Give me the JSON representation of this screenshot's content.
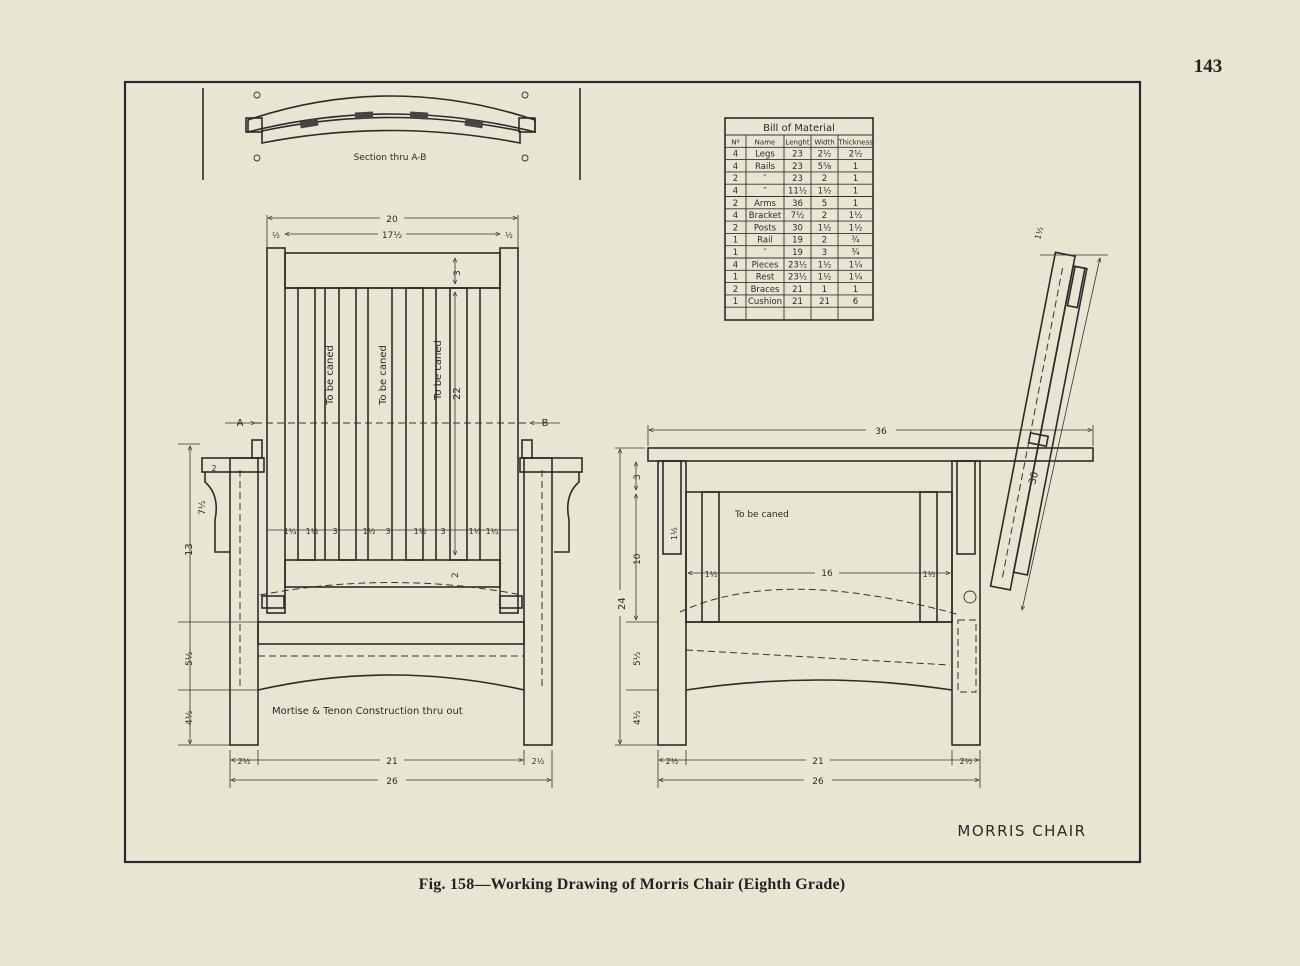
{
  "page_number": "143",
  "caption": "Fig. 158—Working Drawing of Morris Chair (Eighth Grade)",
  "drawing_title": "MORRIS CHAIR",
  "section_label": "Section thru A-B",
  "section_marks": {
    "a": "A",
    "b": "B"
  },
  "front_view": {
    "slat_labels": [
      "To be caned",
      "To be caned",
      "To be caned"
    ],
    "note": "Mortise & Tenon Construction thru out",
    "dimensions": {
      "top_width": "20",
      "inner_width": "17½",
      "post_left": "½",
      "post_right": "½",
      "back_height": "22",
      "back_top": "3",
      "back_bottom": "2",
      "arm_overhang": "2",
      "arm_block": "7½",
      "arm_height": "13",
      "seat_rail": "5½",
      "bottom_rail": "4½",
      "slat_spacing": [
        "1¼",
        "1½",
        "3",
        "1½",
        "3",
        "1½",
        "3",
        "1½",
        "1¼"
      ],
      "inner_bottom": "21",
      "leg_left": "2½",
      "leg_right": "2½",
      "overall_bottom": "26"
    }
  },
  "side_view": {
    "label": "To be caned",
    "dimensions": {
      "arm_length": "36",
      "back_length": "30",
      "back_thickness": "1½",
      "arm_top": "3",
      "bracket": "1½",
      "middle": "10",
      "total_height": "24",
      "seat_rail": "5½",
      "bottom": "4½",
      "inner_span": "16",
      "rail_left": "1½",
      "rail_right": "1½",
      "inner_bottom": "21",
      "leg_left": "2½",
      "leg_right": "2½",
      "overall_bottom": "26"
    }
  },
  "bill_of_material": {
    "title": "Bill of Material",
    "headers": [
      "Nº",
      "Name",
      "Lenght",
      "Width",
      "Thickness"
    ],
    "rows": [
      [
        "4",
        "Legs",
        "23",
        "2½",
        "2½"
      ],
      [
        "4",
        "Rails",
        "23",
        "5⅝",
        "1"
      ],
      [
        "2",
        "″",
        "23",
        "2",
        "1"
      ],
      [
        "4",
        "″",
        "11½",
        "1½",
        "1"
      ],
      [
        "2",
        "Arms",
        "36",
        "5",
        "1"
      ],
      [
        "4",
        "Bracket",
        "7½",
        "2",
        "1½"
      ],
      [
        "2",
        "Posts",
        "30",
        "1½",
        "1½"
      ],
      [
        "1",
        "Rail",
        "19",
        "2",
        "¾"
      ],
      [
        "1",
        "″",
        "19",
        "3",
        "¾"
      ],
      [
        "4",
        "Pieces",
        "23½",
        "1½",
        "1¼"
      ],
      [
        "1",
        "Rest",
        "23½",
        "1½",
        "1¼"
      ],
      [
        "2",
        "Braces",
        "21",
        "1",
        "1"
      ],
      [
        "1",
        "Cushion",
        "21",
        "21",
        "6"
      ]
    ]
  }
}
